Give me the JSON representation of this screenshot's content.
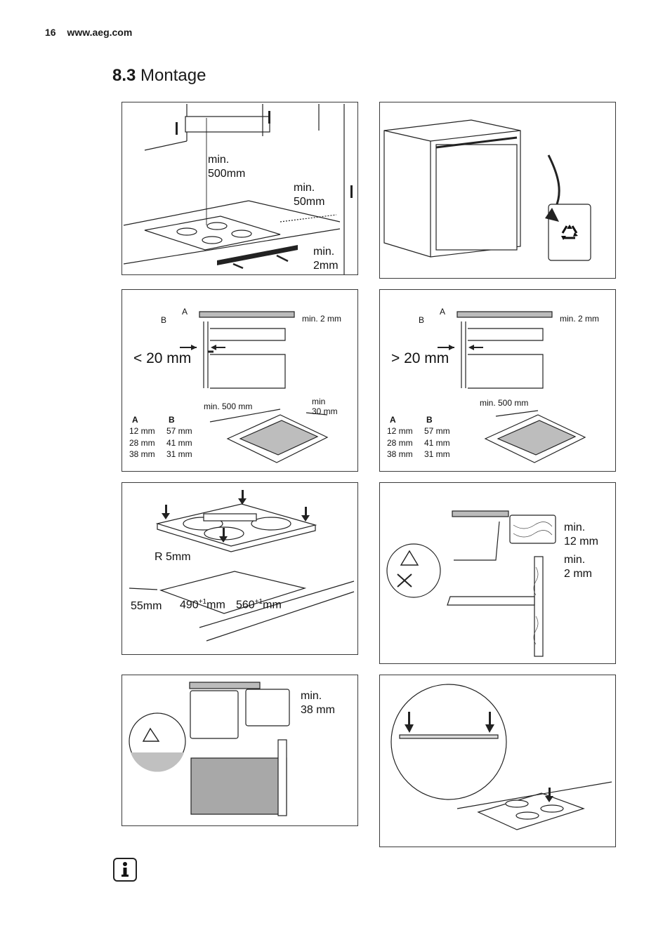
{
  "header": {
    "page_number": "16",
    "url": "www.aeg.com"
  },
  "section": {
    "number": "8.3",
    "title": "Montage"
  },
  "panel1": {
    "label_hood": "min.\n500mm",
    "label_wall": "min.\n50mm",
    "label_gap": "min.\n2mm"
  },
  "panel3": {
    "label_a": "A",
    "label_b": "B",
    "min2": "min. 2 mm",
    "rule": "< 20 mm",
    "min500": "min. 500 mm",
    "min30": "min\n30 mm",
    "table_header": [
      "A",
      "B"
    ],
    "table_rows": [
      [
        "12 mm",
        "57 mm"
      ],
      [
        "28 mm",
        "41 mm"
      ],
      [
        "38 mm",
        "31 mm"
      ]
    ]
  },
  "panel4": {
    "label_a": "A",
    "label_b": "B",
    "min2": "min. 2 mm",
    "rule": "> 20 mm",
    "min500": "min. 500 mm",
    "table_header": [
      "A",
      "B"
    ],
    "table_rows": [
      [
        "12 mm",
        "57 mm"
      ],
      [
        "28 mm",
        "41 mm"
      ],
      [
        "38 mm",
        "31 mm"
      ]
    ]
  },
  "panel5": {
    "radius": "R 5mm",
    "depth": "55mm",
    "dim1": "490",
    "dim2": "560",
    "sup": "+1",
    "unit": "mm"
  },
  "panel6": {
    "min12": "min.\n12 mm",
    "min2": "min.\n2 mm"
  },
  "panel7": {
    "min38": "min.\n38 mm"
  },
  "icons": [
    "info-icon",
    "warning-icon",
    "recycle-icon"
  ]
}
